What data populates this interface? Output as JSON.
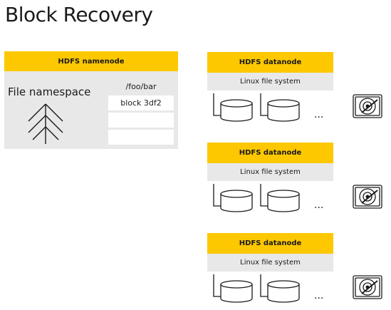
{
  "title": "Block Recovery",
  "namenode": {
    "header": "HDFS namenode",
    "namespace_label": "File namespace",
    "path": "/foo/bar",
    "blocks": [
      "block 3df2",
      "",
      ""
    ]
  },
  "datanodes": [
    {
      "header": "HDFS datanode",
      "fs": "Linux file system",
      "ellipsis": "..."
    },
    {
      "header": "HDFS datanode",
      "fs": "Linux file system",
      "ellipsis": "..."
    },
    {
      "header": "HDFS datanode",
      "fs": "Linux file system",
      "ellipsis": "..."
    }
  ],
  "colors": {
    "accent": "#fdc800",
    "panel": "#e8e8e8",
    "line": "#1a1a1a"
  },
  "icons": [
    "tree-icon",
    "cylinder-icon",
    "hard-drive-icon"
  ]
}
